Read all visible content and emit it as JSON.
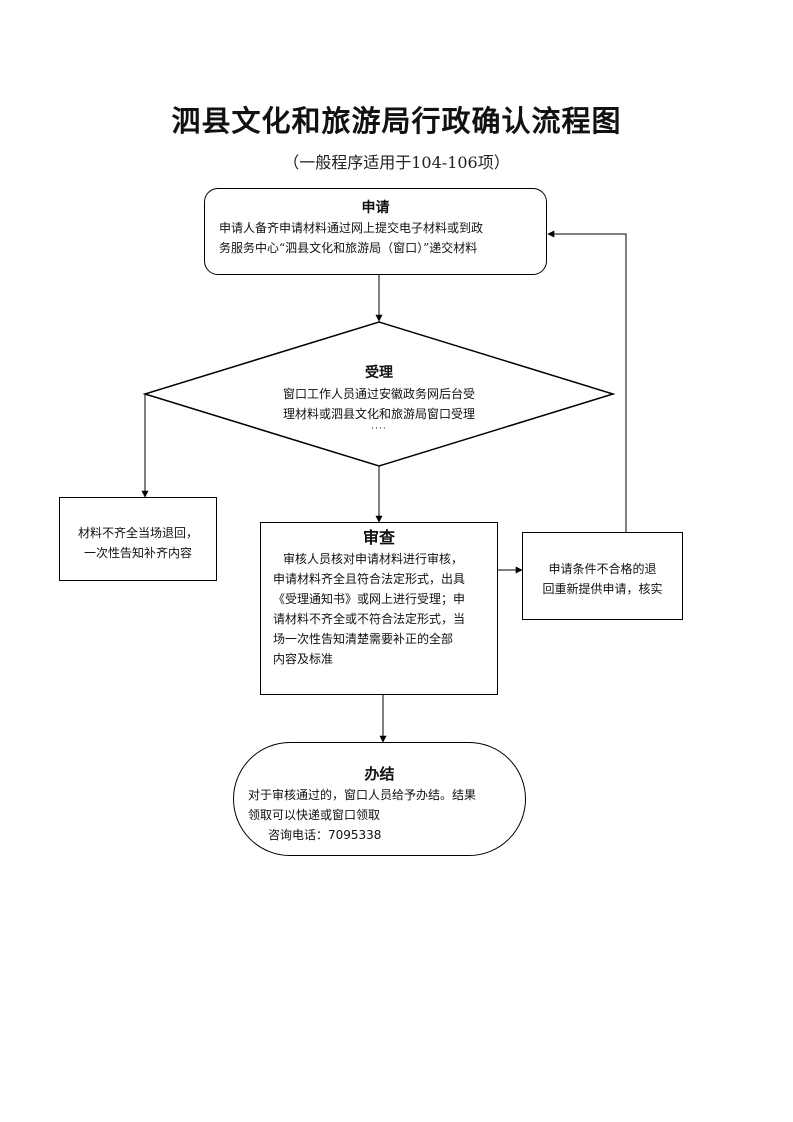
{
  "title": "泗县文化和旅游局行政确认流程图",
  "subtitle": "（一般程序适用于104-106项）",
  "steps": {
    "apply": {
      "title": "申请",
      "lines": [
        "申请人备齐申请材料通过网上提交电子材料或到政",
        "务服务中心“泗县文化和旅游局（窗口）”递交材料"
      ]
    },
    "accept": {
      "title": "受理",
      "lines": [
        "窗口工作人员通过安徽政务网后台受",
        "理材料或泗县文化和旅游局窗口受理",
        "····"
      ]
    },
    "incomplete": {
      "lines": [
        "材料不齐全当场退回，",
        "一次性告知补齐内容"
      ]
    },
    "review": {
      "title": "审查",
      "lines": [
        "审核人员核对申请材料进行审核，",
        "申请材料齐全且符合法定形式，出具",
        "《受理通知书》或网上进行受理；申",
        "请材料不齐全或不符合法定形式，当",
        "场一次性告知清楚需要补正的全部",
        "内容及标准"
      ]
    },
    "reject": {
      "lines": [
        "申请条件不合格的退",
        "回重新提供申请，核实"
      ]
    },
    "finish": {
      "title": "办结",
      "lines": [
        "对于审核通过的，窗口人员给予办结。结果",
        "领取可以快递或窗口领取",
        "咨询电话：7095338"
      ]
    }
  },
  "colors": {
    "line": "#000000",
    "text": "#111111",
    "background": "#ffffff"
  }
}
